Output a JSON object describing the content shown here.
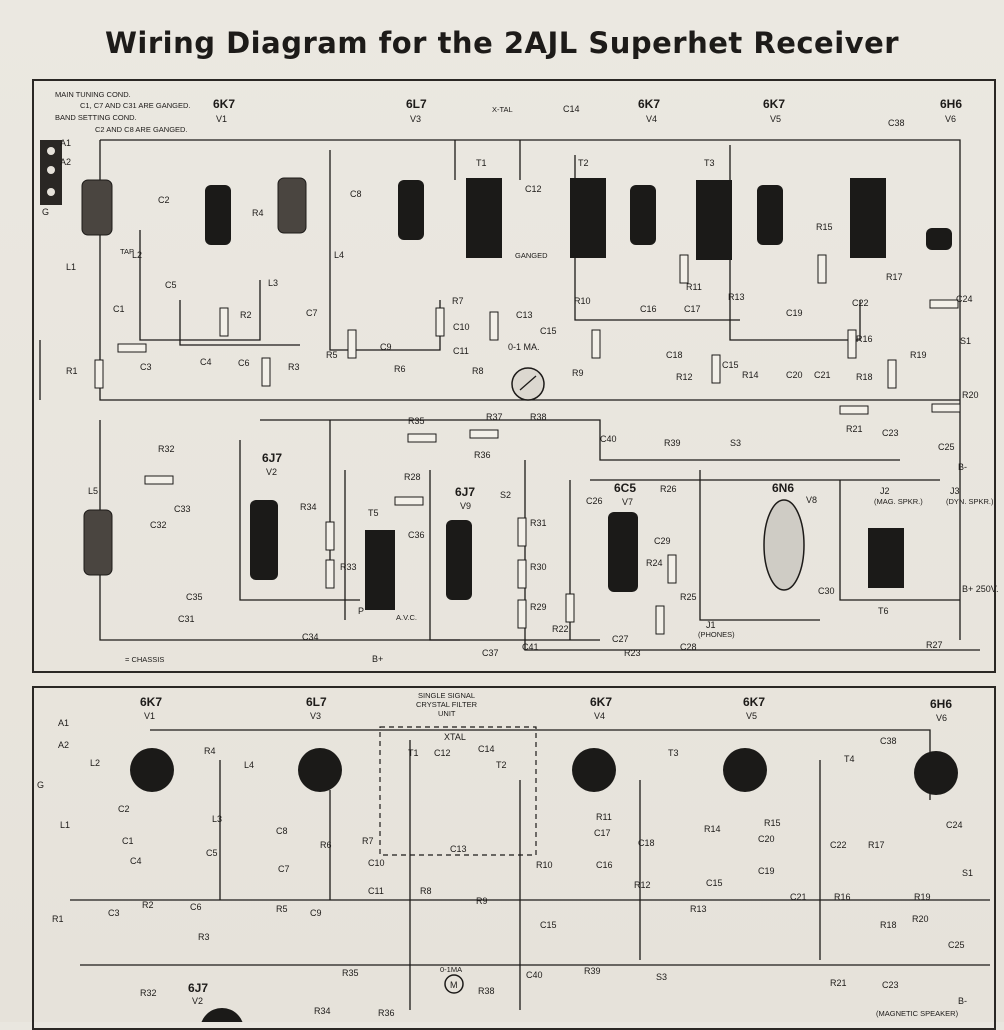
{
  "title": "Wiring Diagram for the 2AJL Superhet Receiver",
  "notes": {
    "main_tuning": "MAIN TUNING COND.",
    "ganged1": "C1, C7 AND C31 ARE GANGED.",
    "band_setting": "BAND SETTING COND.",
    "ganged2": "C2 AND C8 ARE GANGED.",
    "chassis": "= CHASSIS",
    "crystal_unit": [
      "SINGLE SIGNAL",
      "CRYSTAL FILTER",
      "UNIT"
    ]
  },
  "top_tubes": [
    {
      "type": "6K7",
      "id": "V1"
    },
    {
      "type": "6L7",
      "id": "V3"
    },
    {
      "type": "6K7",
      "id": "V4"
    },
    {
      "type": "6K7",
      "id": "V5"
    },
    {
      "type": "6H6",
      "id": "V6"
    },
    {
      "type": "6J7",
      "id": "V2"
    },
    {
      "type": "6J7",
      "id": "V9"
    },
    {
      "type": "6C5",
      "id": "V7"
    },
    {
      "type": "6N6",
      "id": "V8"
    }
  ],
  "jacks": [
    {
      "id": "J2",
      "label": "(MAG. SPKR.)"
    },
    {
      "id": "J3",
      "label": "(DYN. SPKR.)"
    },
    {
      "id": "J1",
      "label": "(PHONES)"
    }
  ],
  "supply": {
    "bplus": "B+",
    "bplus_voltage": "B+ 250V.",
    "bminus": "B-",
    "avc": "A.V.C.",
    "meter": "0-1 MA.",
    "xtal": "X-TAL",
    "ganged": "GANGED",
    "tap": "TAP"
  },
  "top_labels": [
    "A1",
    "A2",
    "G",
    "L1",
    "L2",
    "C2",
    "C1",
    "C5",
    "R1",
    "C3",
    "C4",
    "C6",
    "R2",
    "R3",
    "R4",
    "L3",
    "L4",
    "C8",
    "C7",
    "R5",
    "C9",
    "R6",
    "R7",
    "R8",
    "C10",
    "C11",
    "T1",
    "C12",
    "C13",
    "C14",
    "T2",
    "R10",
    "C15",
    "R9",
    "C16",
    "C17",
    "R11",
    "C18",
    "R12",
    "T3",
    "R13",
    "C15",
    "R14",
    "C19",
    "C20",
    "C21",
    "R15",
    "R16",
    "C22",
    "R17",
    "R18",
    "C24",
    "R19",
    "S1",
    "R20",
    "C25",
    "C38",
    "R21",
    "C23",
    "R35",
    "R37",
    "R36",
    "R38",
    "C40",
    "R39",
    "S3",
    "R32",
    "C33",
    "L5",
    "C32",
    "C35",
    "C31",
    "R34",
    "R33",
    "C34",
    "T5",
    "R28",
    "C36",
    "S2",
    "R31",
    "R30",
    "R29",
    "C37",
    "C41",
    "C26",
    "R22",
    "R26",
    "C29",
    "R24",
    "R25",
    "C27",
    "C28",
    "R23",
    "C30",
    "T6",
    "R27",
    "P"
  ],
  "bottom_tubes": [
    {
      "type": "6K7",
      "id": "V1"
    },
    {
      "type": "6L7",
      "id": "V3"
    },
    {
      "type": "6K7",
      "id": "V4"
    },
    {
      "type": "6K7",
      "id": "V5"
    },
    {
      "type": "6H6",
      "id": "V6"
    },
    {
      "type": "6J7",
      "id": "V2"
    }
  ],
  "bottom_labels": [
    "A1",
    "A2",
    "G",
    "L1",
    "L2",
    "C2",
    "C1",
    "C4",
    "C3",
    "R1",
    "R2",
    "C6",
    "R3",
    "R4",
    "C5",
    "L3",
    "L4",
    "C8",
    "C7",
    "R5",
    "R6",
    "C9",
    "R7",
    "C10",
    "C11",
    "R8",
    "T1",
    "C12",
    "XTAL",
    "C14",
    "T2",
    "C13",
    "R10",
    "C16",
    "R9",
    "C15",
    "R11",
    "C17",
    "C18",
    "R12",
    "R13",
    "T3",
    "R14",
    "C15",
    "C20",
    "C19",
    "R15",
    "C21",
    "T4",
    "C22",
    "R16",
    "R17",
    "C38",
    "C24",
    "S1",
    "R19",
    "R20",
    "R18",
    "C25",
    "R21",
    "C23",
    "B-",
    "R35",
    "0-1MA",
    "M",
    "R38",
    "R36",
    "C40",
    "R39",
    "S3",
    "R32",
    "R34",
    "(MAGNETIC SPEAKER)"
  ]
}
